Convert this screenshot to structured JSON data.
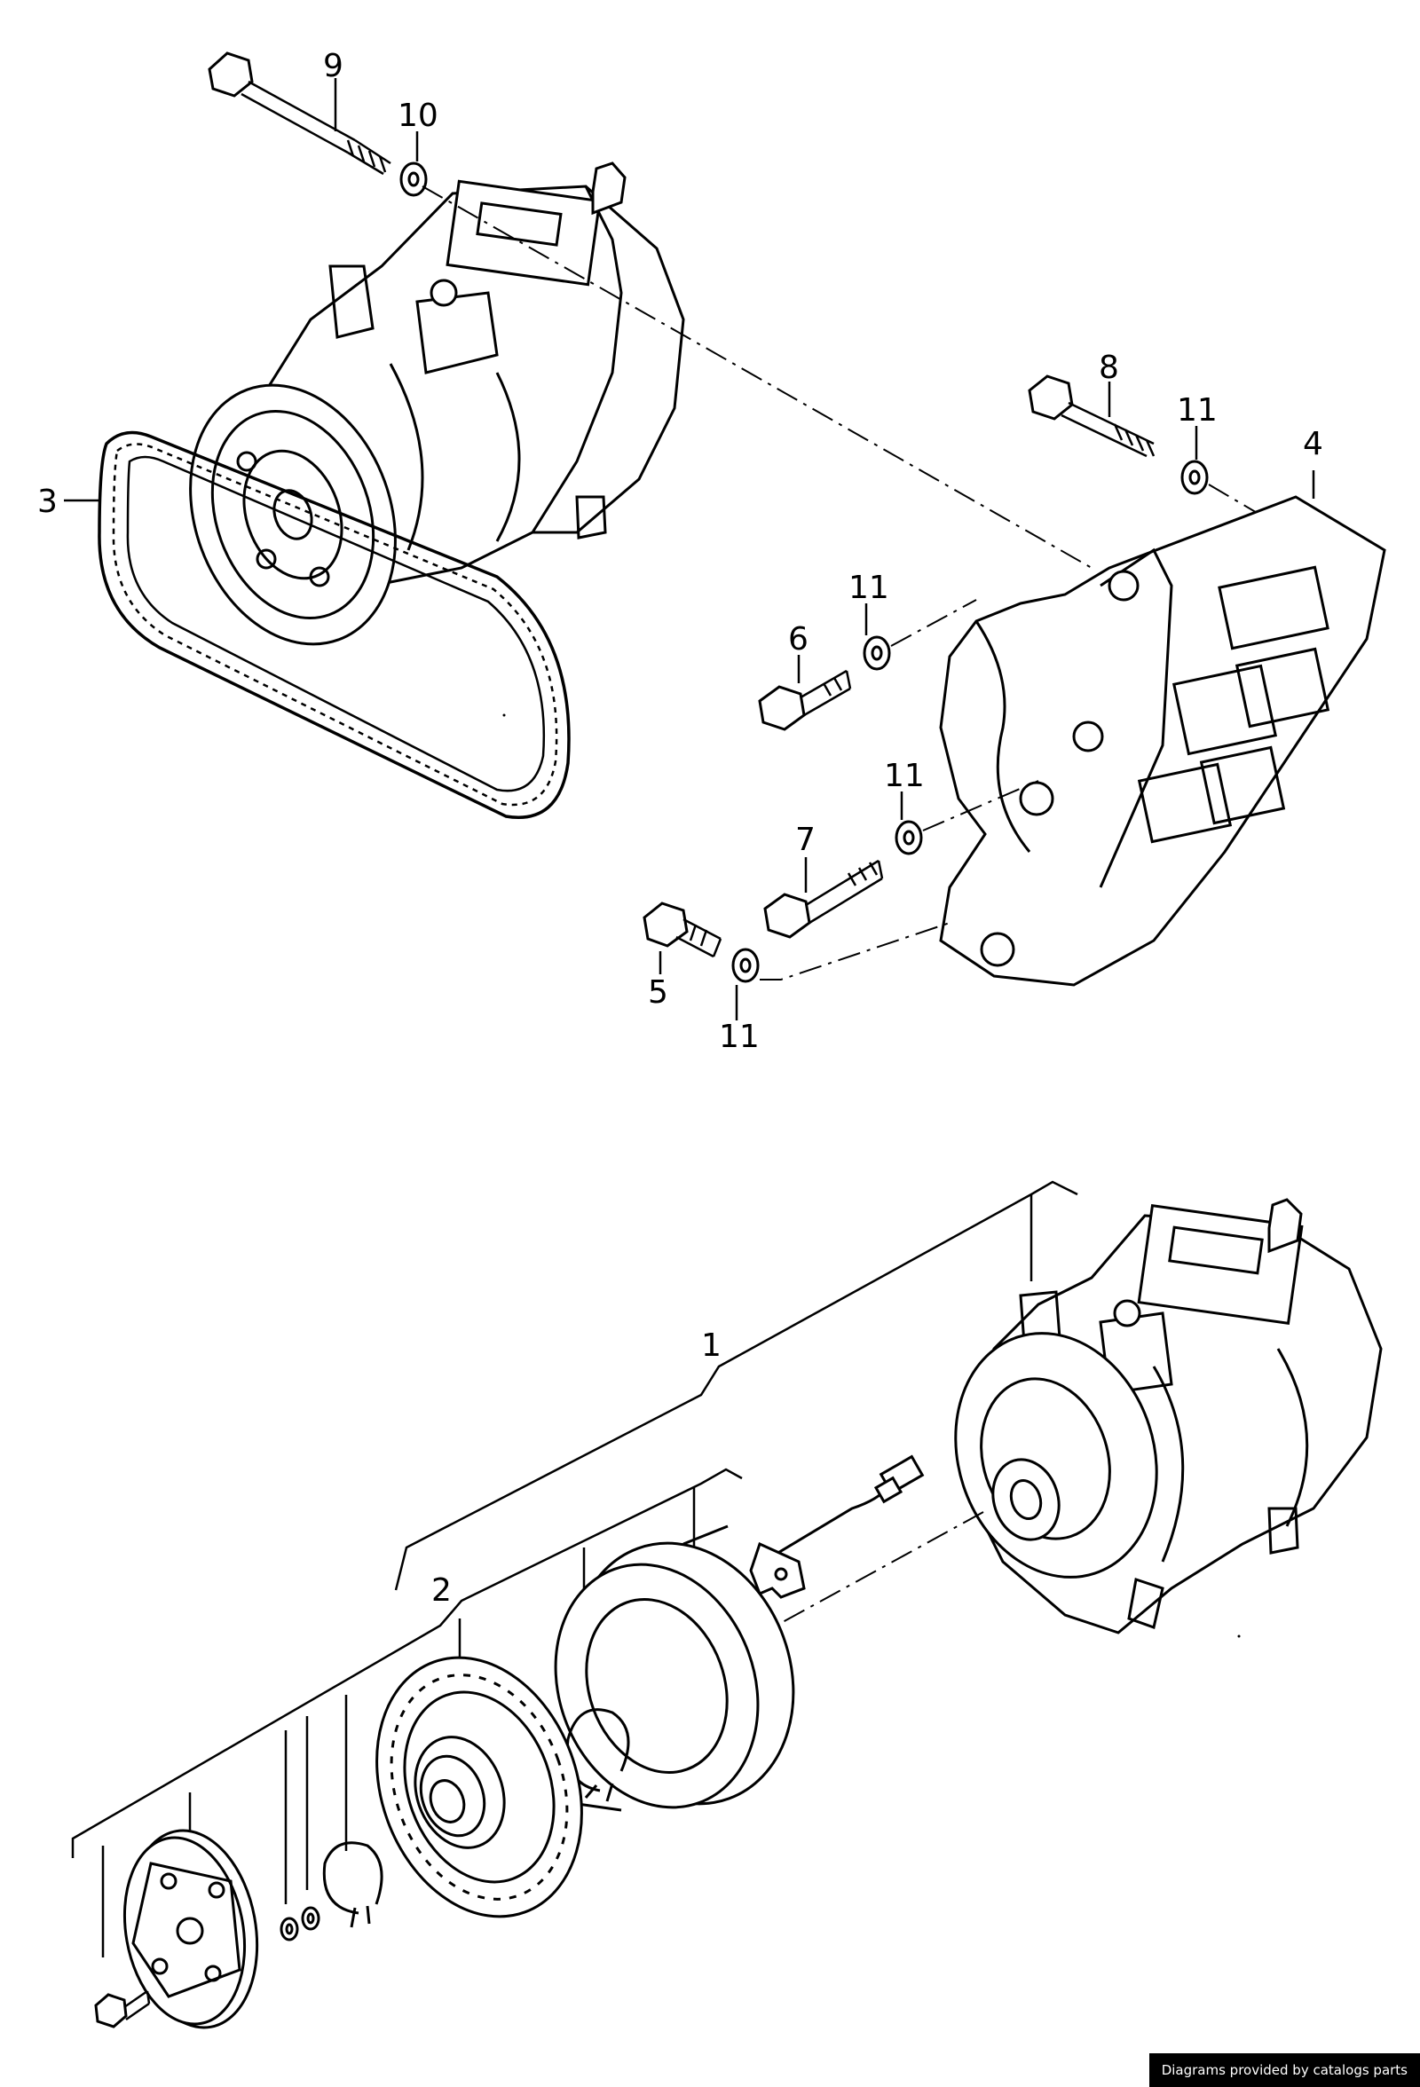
{
  "labels": {
    "p1": "1",
    "p2": "2",
    "p3": "3",
    "p4": "4",
    "p5": "5",
    "p6": "6",
    "p7": "7",
    "p8": "8",
    "p9": "9",
    "p10": "10",
    "p11a": "11",
    "p11b": "11",
    "p11c": "11",
    "p11d": "11"
  },
  "credit": "Diagrams provided by catalogs parts"
}
